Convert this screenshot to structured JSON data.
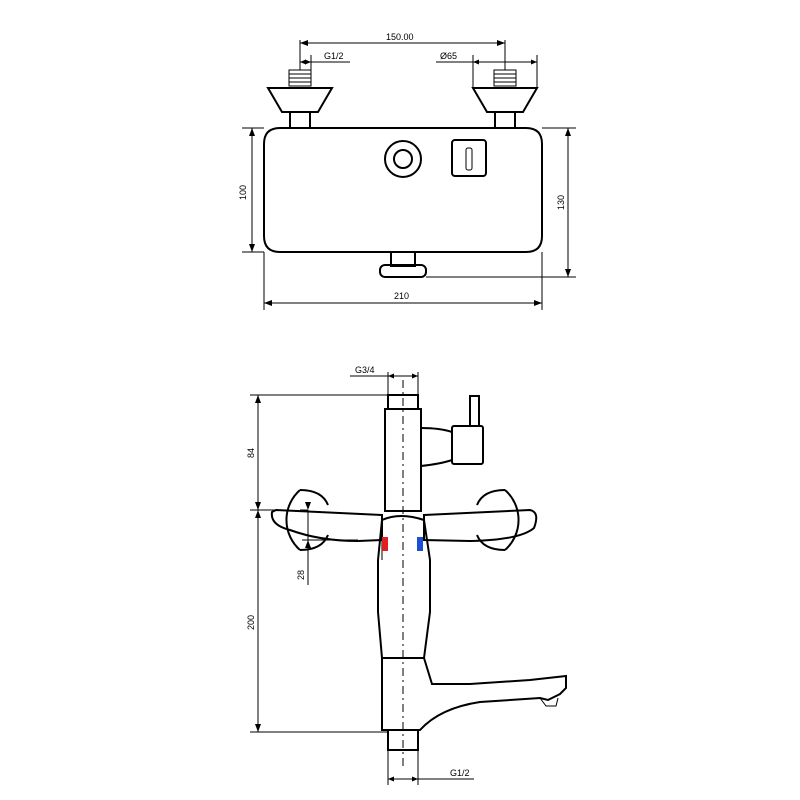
{
  "top_view": {
    "dim_spacing": "150.00",
    "dim_thread": "G1/2",
    "dim_diameter": "Ø65",
    "dim_body_height": "100",
    "dim_total_height": "130",
    "dim_width": "210"
  },
  "side_view": {
    "dim_outlet_thread": "G3/4",
    "dim_upper": "84",
    "dim_handle": "28",
    "dim_lower": "200",
    "dim_inlet_thread": "G1/2"
  },
  "colors": {
    "hot_marker": "#e02020",
    "cold_marker": "#1a4fd6",
    "line": "#000000"
  }
}
